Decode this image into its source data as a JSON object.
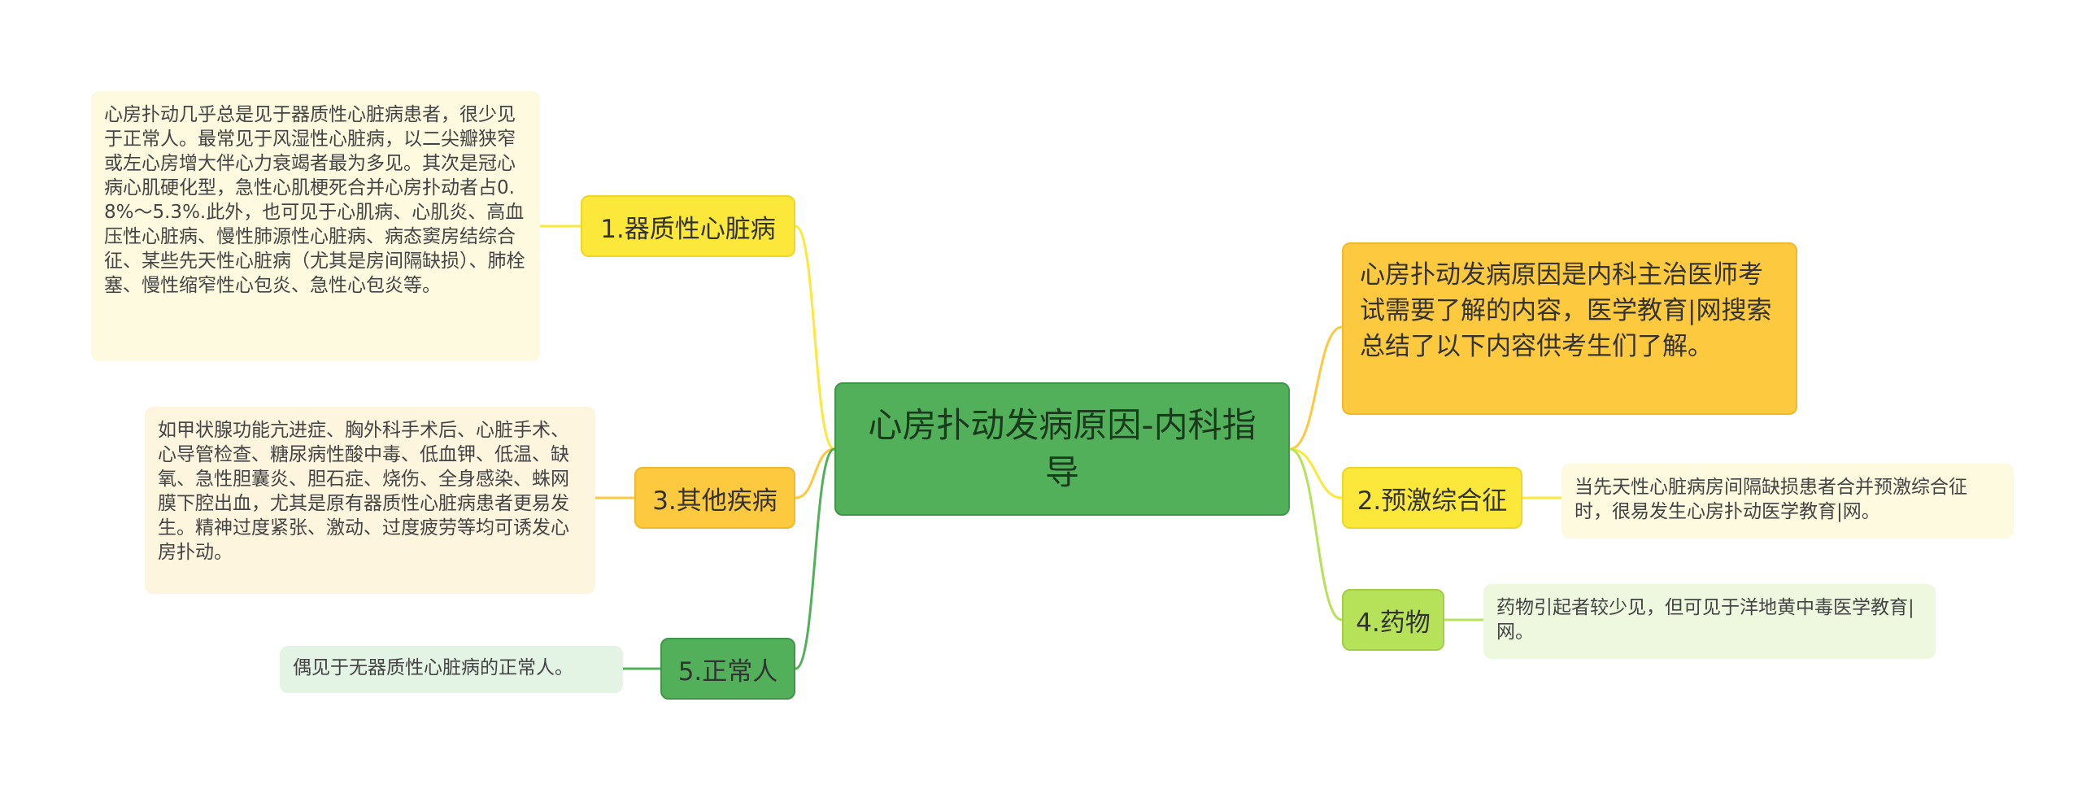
{
  "root": {
    "text": "心房扑动发病原因-内科指导"
  },
  "intro": {
    "text": "心房扑动发病原因是内科主治医师考试需要了解的内容，医学教育|网搜索总结了以下内容供考生们了解。"
  },
  "branches": [
    {
      "label": "1.器质性心脏病",
      "detail": "心房扑动几乎总是见于器质性心脏病患者，很少见于正常人。最常见于风湿性心脏病，以二尖瓣狭窄或左心房增大伴心力衰竭者最为多见。其次是冠心病心肌硬化型，急性心肌梗死合并心房扑动者占0.8%～5.3%.此外，也可见于心肌病、心肌炎、高血压性心脏病、慢性肺源性心脏病、病态窦房结综合征、某些先天性心脏病（尤其是房间隔缺损）、肺栓塞、慢性缩窄性心包炎、急性心包炎等。"
    },
    {
      "label": "3.其他疾病",
      "detail": "如甲状腺功能亢进症、胸外科手术后、心脏手术、心导管检查、糖尿病性酸中毒、低血钾、低温、缺氧、急性胆囊炎、胆石症、烧伤、全身感染、蛛网膜下腔出血，尤其是原有器质性心脏病患者更易发生。精神过度紧张、激动、过度疲劳等均可诱发心房扑动。"
    },
    {
      "label": "5.正常人",
      "detail": "偶见于无器质性心脏病的正常人。"
    },
    {
      "label": "2.预激综合征",
      "detail": "当先天性心脏病房间隔缺损患者合并预激综合征时，很易发生心房扑动医学教育|网。"
    },
    {
      "label": "4.药物",
      "detail": "药物引起者较少见，但可见于洋地黄中毒医学教育|网。"
    }
  ],
  "colors": {
    "root": "#52b05a",
    "intro": "#fdc93e",
    "branch1": "#fce83a",
    "branch3": "#fdc93e",
    "branch5": "#52b05a",
    "branch2": "#fce83a",
    "branch4": "#b6e25a",
    "leaf_yellow": "#fefadf",
    "leaf_cream": "#fef5df",
    "leaf_green": "#e3f3e4",
    "leaf_lightgreen": "#eef8df"
  }
}
